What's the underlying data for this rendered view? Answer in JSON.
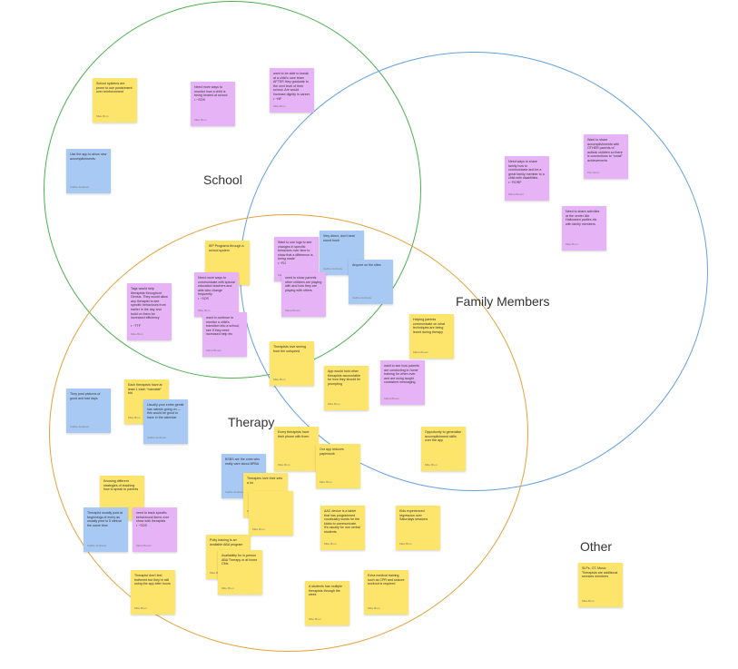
{
  "circles": {
    "school": {
      "label": "School",
      "color": "#4caf50"
    },
    "family": {
      "label": "Family Members",
      "color": "#64a0e0"
    },
    "therapy": {
      "label": "Therapy",
      "color": "#e5a13a"
    },
    "other": {
      "label": "Other"
    }
  },
  "colors": {
    "yellow": "#fde46a",
    "purple": "#e6b3f7",
    "blue": "#a9c9f5"
  },
  "notes": {
    "n1": {
      "text": "School systems are prone to use punishment over reinforcement",
      "author": "Mike Brun"
    },
    "n2": {
      "text": "Need more ways to monitor how a child is being treated at school\n• ~SOS",
      "author": "Mike Brun"
    },
    "n3": {
      "text": "want to be able to tweak at a child's care team AFTER they graduate to the next level of their school. Are would increase dignity in career.\n• ~NF",
      "author": "Mike Brun"
    },
    "n4": {
      "text": "Use the app to show new accomplishments",
      "author": "Cathie Andrews"
    },
    "n5": {
      "text": "Want to share accomplishments with OTHER parents of autistic children so there is connections to \"small\" achievements",
      "author": "Pat Jones"
    },
    "n6": {
      "text": "Need ways to share family how to communicate and be a great family member to a child with disabilities\n• ~RORF",
      "author": "Maria Brown"
    },
    "n7": {
      "text": "Need to share activities at the center like Halloween parties etc with family members",
      "author": "Mike Brun"
    },
    "n8": {
      "text": "IEP Programs through a school system",
      "author": "Mike Brun"
    },
    "n9": {
      "text": "Want to use logs to see changes in specific behaviors over time to show that a difference is being made\n• ~RJ",
      "author": "Maria Brown"
    },
    "n10": {
      "text": "Very direct, don't beat round bush",
      "author": "Cathie Andrews"
    },
    "n11": {
      "text": "Anyone on the sites",
      "author": "Cathie Andrews"
    },
    "n12": {
      "text": "Tags would help therapists throughout Genius. They would allow any therapist to see specific behaviours from earlier in the day and build on them for increased efficiency\n\n• ~TTF",
      "author": "Mike Brun"
    },
    "n13": {
      "text": "Need more ways to communicate with special education teachers and aids who change frequently\n• ~SOS",
      "author": "Mike Brun"
    },
    "n14": {
      "text": "want to continue to monitor a child's transition into a school, see if they need increased help etc",
      "author": "Maria Brown"
    },
    "n15": {
      "text": "need to show parents other children are playing with and how they are playing with others",
      "author": "Maria Brown"
    },
    "n16": {
      "text": "Helping parents communicate on what techniques are being learnt during therapy",
      "author": "Maria Brown"
    },
    "n17": {
      "text": "Therapists love seeing from the outspeed",
      "author": "Mike Brun"
    },
    "n18": {
      "text": "App would hold other therapists accountable for how they should be prompting",
      "author": "Mike Brun"
    },
    "n19": {
      "text": "want to see how parents are conducting in-home training for when ever and are using taught consistent messaging",
      "author": "Maria Brown"
    },
    "n20": {
      "text": "They post pictures of good and bad days",
      "author": "Cathie Andrews"
    },
    "n21": {
      "text": "Each therapists have at least 1 each \"mandate\" bid",
      "author": "Mike Brun"
    },
    "n22": {
      "text": "Usually your entire gentle has ratesto going on — this would be good to have in the calendar",
      "author": "Cathie Andrews"
    },
    "n23": {
      "text": "Opportunity to generalise accomplishment skills over the app",
      "author": "Mike Brun"
    },
    "n24": {
      "text": "Every therapists have their phone with them",
      "author": "Mike Brun"
    },
    "n25": {
      "text": "Our app reduces paperwork",
      "author": "Mike Brun"
    },
    "n26": {
      "text": "BSBS are the ones who really care about BPBA",
      "author": "Cathie Andrews"
    },
    "n27": {
      "text": "Therapies love their sets a lot",
      "author": "Pat Jones"
    },
    "n28": {
      "text": "",
      "author": "Mike Brun"
    },
    "n29": {
      "text": "Knowing different strategies of teaching how to speak to parents",
      "author": "Mike Brun"
    },
    "n30": {
      "text": "Therapist usually post at beginnings of every as usually post to 5 clinical the same time",
      "author": "Cathie Andrews"
    },
    "n31": {
      "text": "need to track specific behavioural items over show with therapists\n• ~SOS",
      "author": "Maria Brown"
    },
    "n32": {
      "text": "AAC device is a tablet that has programmed vocabulary words for the kiddo to communicate. It's usually for non verbal students.",
      "author": "Mike Brun"
    },
    "n33": {
      "text": "Kids experienced regression over Saturdays sessions",
      "author": "Mike Brun"
    },
    "n34": {
      "text": "Potty training is an available ABA program",
      "author": "Mike Brun"
    },
    "n35": {
      "text": "Availability for in-person ABA Therapy or at home CMs",
      "author": "Mike Brun"
    },
    "n36": {
      "text": "Therapist don't feel bothered but they're still using the app after hours",
      "author": "Mike Brun"
    },
    "n37": {
      "text": "A students has multiple therapists through the week",
      "author": "Mike Brun"
    },
    "n38": {
      "text": "Extra medical training such as CPR and seizure workout is required",
      "author": "Mike Brun"
    },
    "n39": {
      "text": "SLPs, OT, Music Therapists are additional services members",
      "author": "Mike Brun"
    }
  }
}
